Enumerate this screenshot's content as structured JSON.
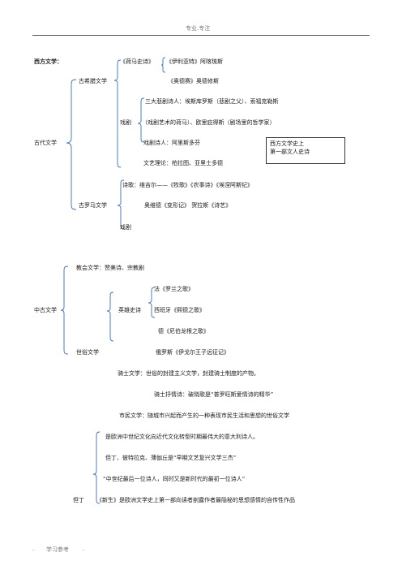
{
  "page": {
    "header": "专业.专注",
    "footer_left": ".",
    "footer_mid": "学习参考",
    "footer_right": "."
  },
  "western": {
    "label": "西方文学：",
    "ancient": {
      "label": "古代文学",
      "greek": {
        "label": "古希腊文学",
        "homer": "《荷马史诗》",
        "iliad": "《伊利亚特》阿喀琉斯",
        "odyssey": "《奥德赛》奥德修斯",
        "drama_label": "戏剧",
        "tragedy": "三大悲剧诗人：埃斯库罗斯（悲剧之父）、索福克勒斯",
        "euripides": "（戏剧艺术的荷马）、欧里庇得斯（剧场里的哲学家）",
        "comedy": "戏剧诗人：阿里斯多芬",
        "theory": "文艺理论：柏拉图、亚里士多德"
      },
      "roman": {
        "label": "古罗马文学",
        "poetry": "诗歌：维吉尔——《牧歌》《农事诗》《埃涅阿斯纪》",
        "ovid": "奥维德《变形记》 贺拉斯《诗艺》",
        "drama_label": "戏剧"
      },
      "note_line1": "西方文学史上",
      "note_line2": "第一部文人史诗"
    },
    "medieval": {
      "label": "中古文学",
      "church": "教会文学：赞美诗、宗教剧",
      "heroic": "英雄史诗",
      "france": "法《罗兰之歌》",
      "spain": "西班牙《熙德之歌》",
      "germany": "德《尼伯龙根之歌》",
      "secular_label": "世俗文学",
      "russia": "俄罗斯《伊戈尔王子远征记》",
      "knight": "骑士文学：世俗的封建主义文学，封建骑士制度的产物。",
      "knight_lyric": "骑士抒情诗：破晓歌是“普罗旺斯爱情诗的精华”",
      "civic": "市民文学：随城市兴起而产生的一种表现市民生活和思想的世俗文学"
    },
    "dante": {
      "label": "但丁",
      "line1": "是欧洲中世纪文化向近代文化转型时期最伟大的意大利诗人。",
      "line2": "但丁、彼特拉克、薄伽丘是“早期文艺复兴文学三杰”",
      "line3": "“中世纪最后一位诗人，同时又是新时代的最初一位诗人”",
      "line4": "《新生》是欧洲文学史上第一部向读者剖露作者最隐秘的思想感情的自传性作品"
    }
  }
}
